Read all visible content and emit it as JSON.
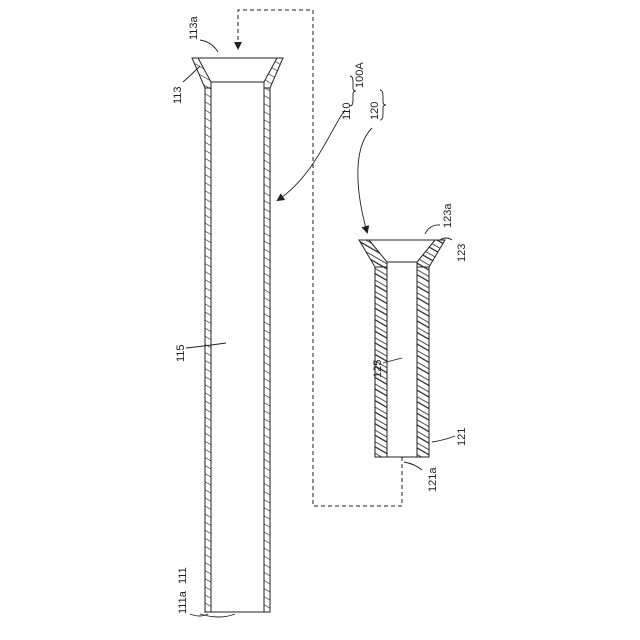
{
  "labels": {
    "l113a": "113a",
    "l113": "113",
    "l110": "110",
    "l100A": "100A",
    "l120": "120",
    "l123a": "123a",
    "l123": "123",
    "l115": "115",
    "l125": "125",
    "l121": "121",
    "l121a": "121a",
    "l111a": "111a",
    "l111": "111"
  },
  "colors": {
    "line": "#222222",
    "background": "#ffffff"
  }
}
